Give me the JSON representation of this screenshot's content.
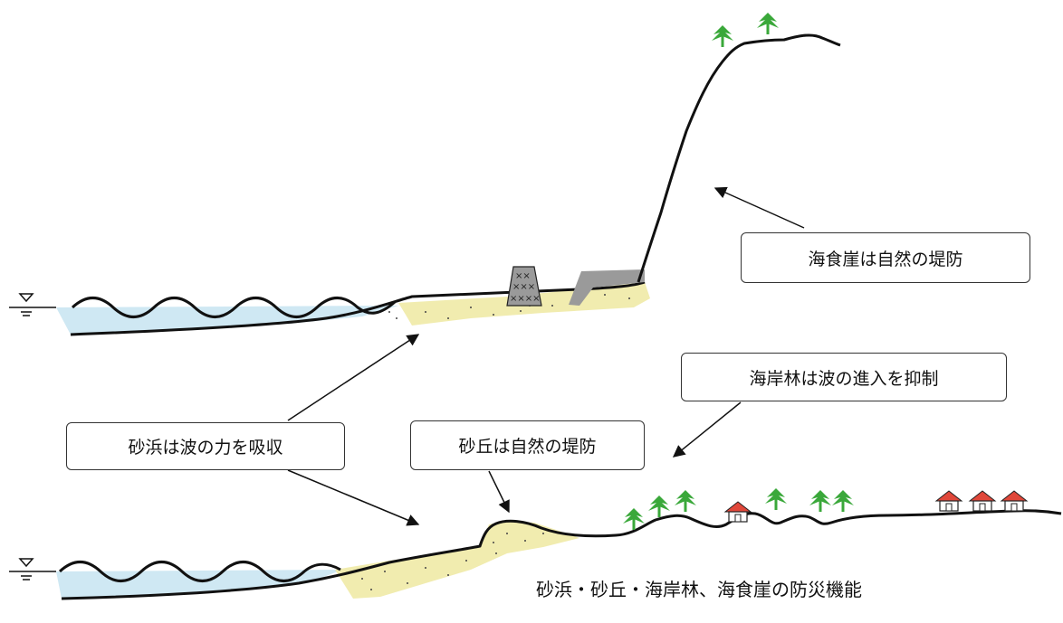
{
  "labels": {
    "cliff": "海食崖は自然の堤防",
    "forest": "海岸林は波の進入を抑制",
    "beach": "砂浜は波の力を吸収",
    "dune": "砂丘は自然の堤防"
  },
  "caption": "砂浜・砂丘・海岸林、海食崖の防災機能",
  "colors": {
    "sand": "#efeaa6",
    "water": "#cfe8f3",
    "tree": "#3aa83a",
    "roof": "#e0473a",
    "seawall": "#9a9a9a",
    "line": "#111111"
  },
  "icons": [
    "water-level-icon",
    "tree-icon",
    "house-icon",
    "tetrapod-icon",
    "seawall-icon",
    "arrow-icon"
  ]
}
